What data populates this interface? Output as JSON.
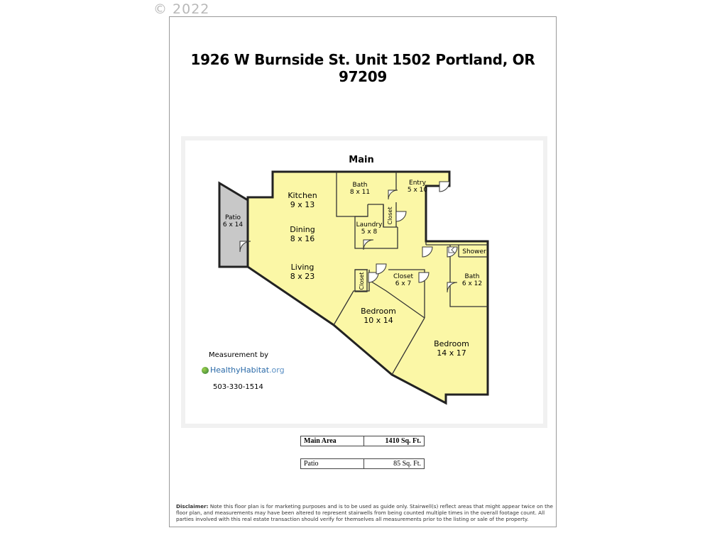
{
  "copyright": "© 2022",
  "title": "1926 W Burnside St. Unit 1502 Portland, OR 97209",
  "floor_label": "Main",
  "rooms": {
    "kitchen": {
      "name": "Kitchen",
      "size": "9 x 13"
    },
    "dining": {
      "name": "Dining",
      "size": "8 x 16"
    },
    "living": {
      "name": "Living",
      "size": "8 x 23"
    },
    "bath1": {
      "name": "Bath",
      "size": "8 x 11"
    },
    "entry": {
      "name": "Entry",
      "size": "5 x 10"
    },
    "laundry": {
      "name": "Laundry",
      "size": "5 x 8"
    },
    "closet_laundry": {
      "name": "Closet"
    },
    "patio": {
      "name": "Patio",
      "size": "6 x 14"
    },
    "closet_small": {
      "name": "Closet"
    },
    "closet_mid": {
      "name": "Closet",
      "size": "6 x 7"
    },
    "bedroom1": {
      "name": "Bedroom",
      "size": "10 x 14"
    },
    "bedroom2": {
      "name": "Bedroom",
      "size": "14 x 17"
    },
    "bath2": {
      "name": "Bath",
      "size": "6 x 12"
    },
    "shower": {
      "name": "Shower"
    }
  },
  "measurement": {
    "label": "Measurement by",
    "logo_healthy": "Healthy",
    "logo_habitat": "Habitat",
    "logo_org": ".org",
    "phone": "503-330-1514"
  },
  "areas": {
    "main_label": "Main Area",
    "main_value": "1410 Sq. Ft.",
    "patio_label": "Patio",
    "patio_value": "85 Sq. Ft."
  },
  "disclaimer": {
    "label": "Disclaimer:",
    "text": " Note this floor plan is for marketing purposes and is to be used as guide only.  Stairwell(s) reflect areas that might appear twice on the floor plan, and measurements may have been altered to represent stairwells from being counted multiple times in the overall footage count.  All parties involved with this real estate transaction should verify for themselves all measurements prior to the listing or sale of the property."
  },
  "colors": {
    "room_fill": "#fbf7a6",
    "patio_fill": "#c8c8c8",
    "wall": "#222222"
  }
}
